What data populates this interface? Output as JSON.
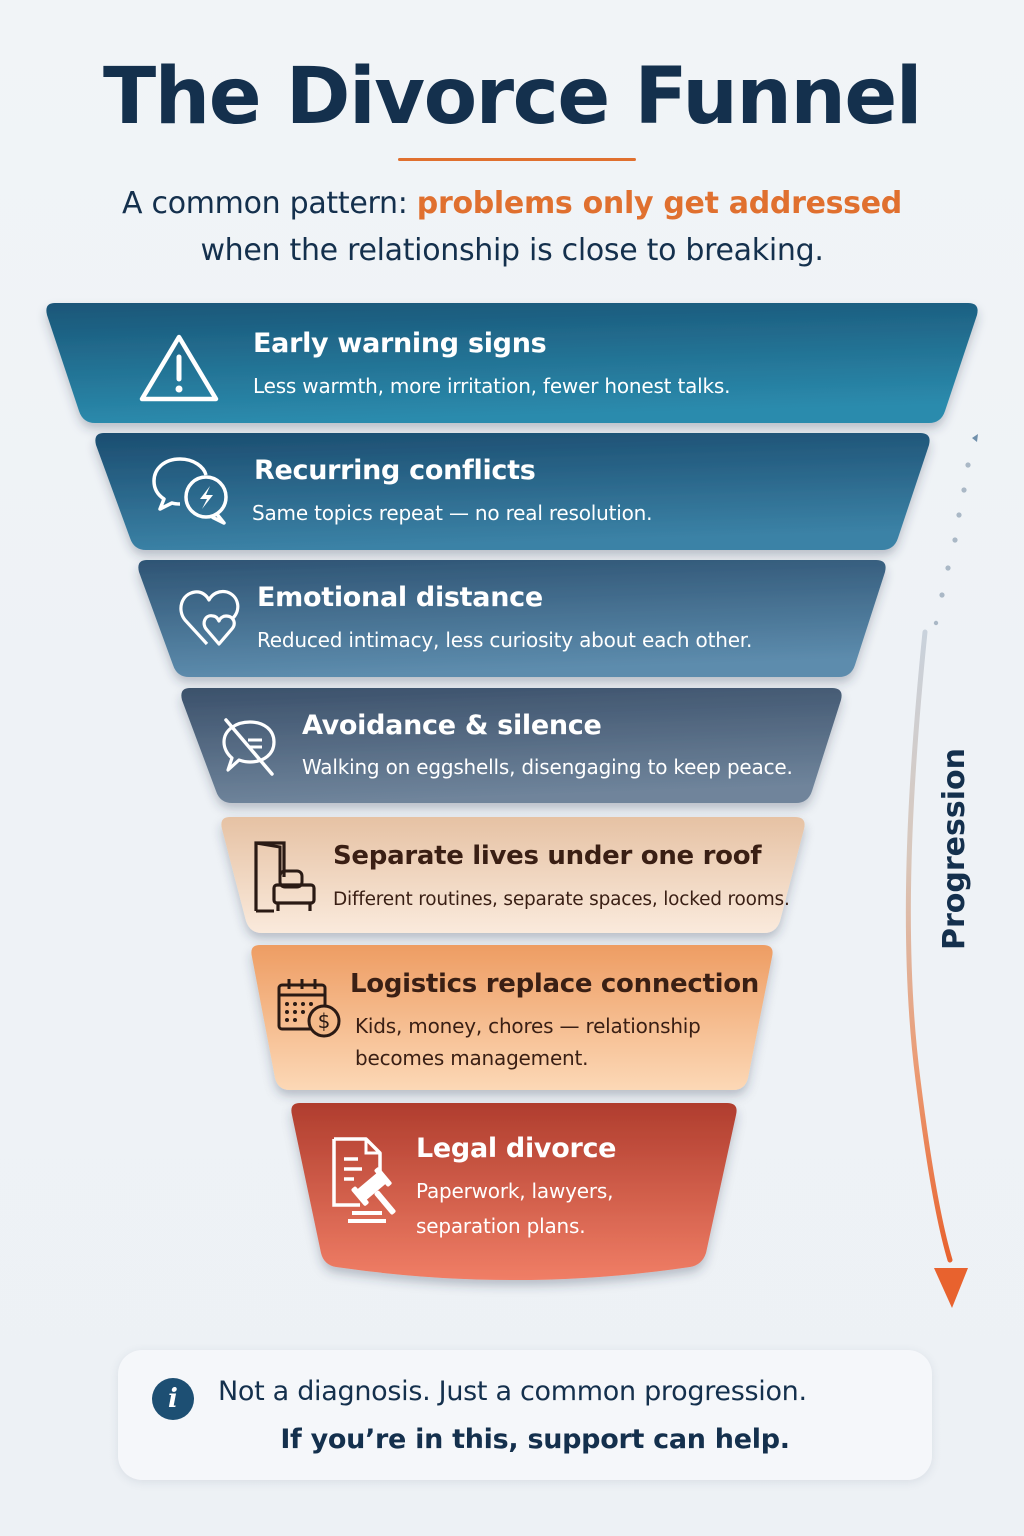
{
  "header": {
    "title": "The Divorce Funnel",
    "subtitle_prefix": "A common pattern: ",
    "subtitle_highlight": "problems only get addressed",
    "subtitle_line2": "when the relationship is close to breaking.",
    "accent_color": "#e0702f",
    "title_color": "#14304d"
  },
  "funnel": {
    "stages": [
      {
        "title": "Early warning signs",
        "description": [
          "Less warmth, more irritation,  fewer honest talks."
        ],
        "icon": "warning-triangle-icon",
        "color_top": "#1e5d82",
        "color_bottom": "#2a86a8"
      },
      {
        "title": "Recurring conflicts",
        "description": [
          "Same topics repeat — no real resolution."
        ],
        "icon": "chat-conflict-icon",
        "color_top": "#1f5478",
        "color_bottom": "#3a7fa3"
      },
      {
        "title": "Emotional distance",
        "description": [
          "Reduced intimacy, less curiosity about each other."
        ],
        "icon": "broken-hearts-icon",
        "color_top": "#325a7a",
        "color_bottom": "#5a89aa"
      },
      {
        "title": "Avoidance & silence",
        "description": [
          "Walking on eggshells, disengaging to keep peace."
        ],
        "icon": "muted-chat-icon",
        "color_top": "#3f5874",
        "color_bottom": "#6b8199"
      },
      {
        "title": "Separate lives under one roof",
        "description": [
          "Different routines, separate spaces, locked rooms."
        ],
        "icon": "door-bed-icon",
        "color_top": "#eac9ad",
        "color_bottom": "#f8e6d6"
      },
      {
        "title": "Logistics replace connection",
        "description": [
          "Kids, money, chores — relationship",
          "becomes management."
        ],
        "icon": "calendar-money-icon",
        "color_top": "#f0a46e",
        "color_bottom": "#fbd3ae"
      },
      {
        "title": "Legal divorce",
        "description": [
          "Paperwork, lawyers,",
          "separation plans."
        ],
        "icon": "document-gavel-icon",
        "color_top": "#b8412f",
        "color_bottom": "#ec765f"
      }
    ]
  },
  "progression": {
    "label": "Progression",
    "arrow_color": "#e8703a"
  },
  "note": {
    "line1": "Not a diagnosis. Just a common progression.",
    "line2": "If you’re in this, support can help.",
    "icon": "info-icon",
    "icon_glyph": "i"
  }
}
